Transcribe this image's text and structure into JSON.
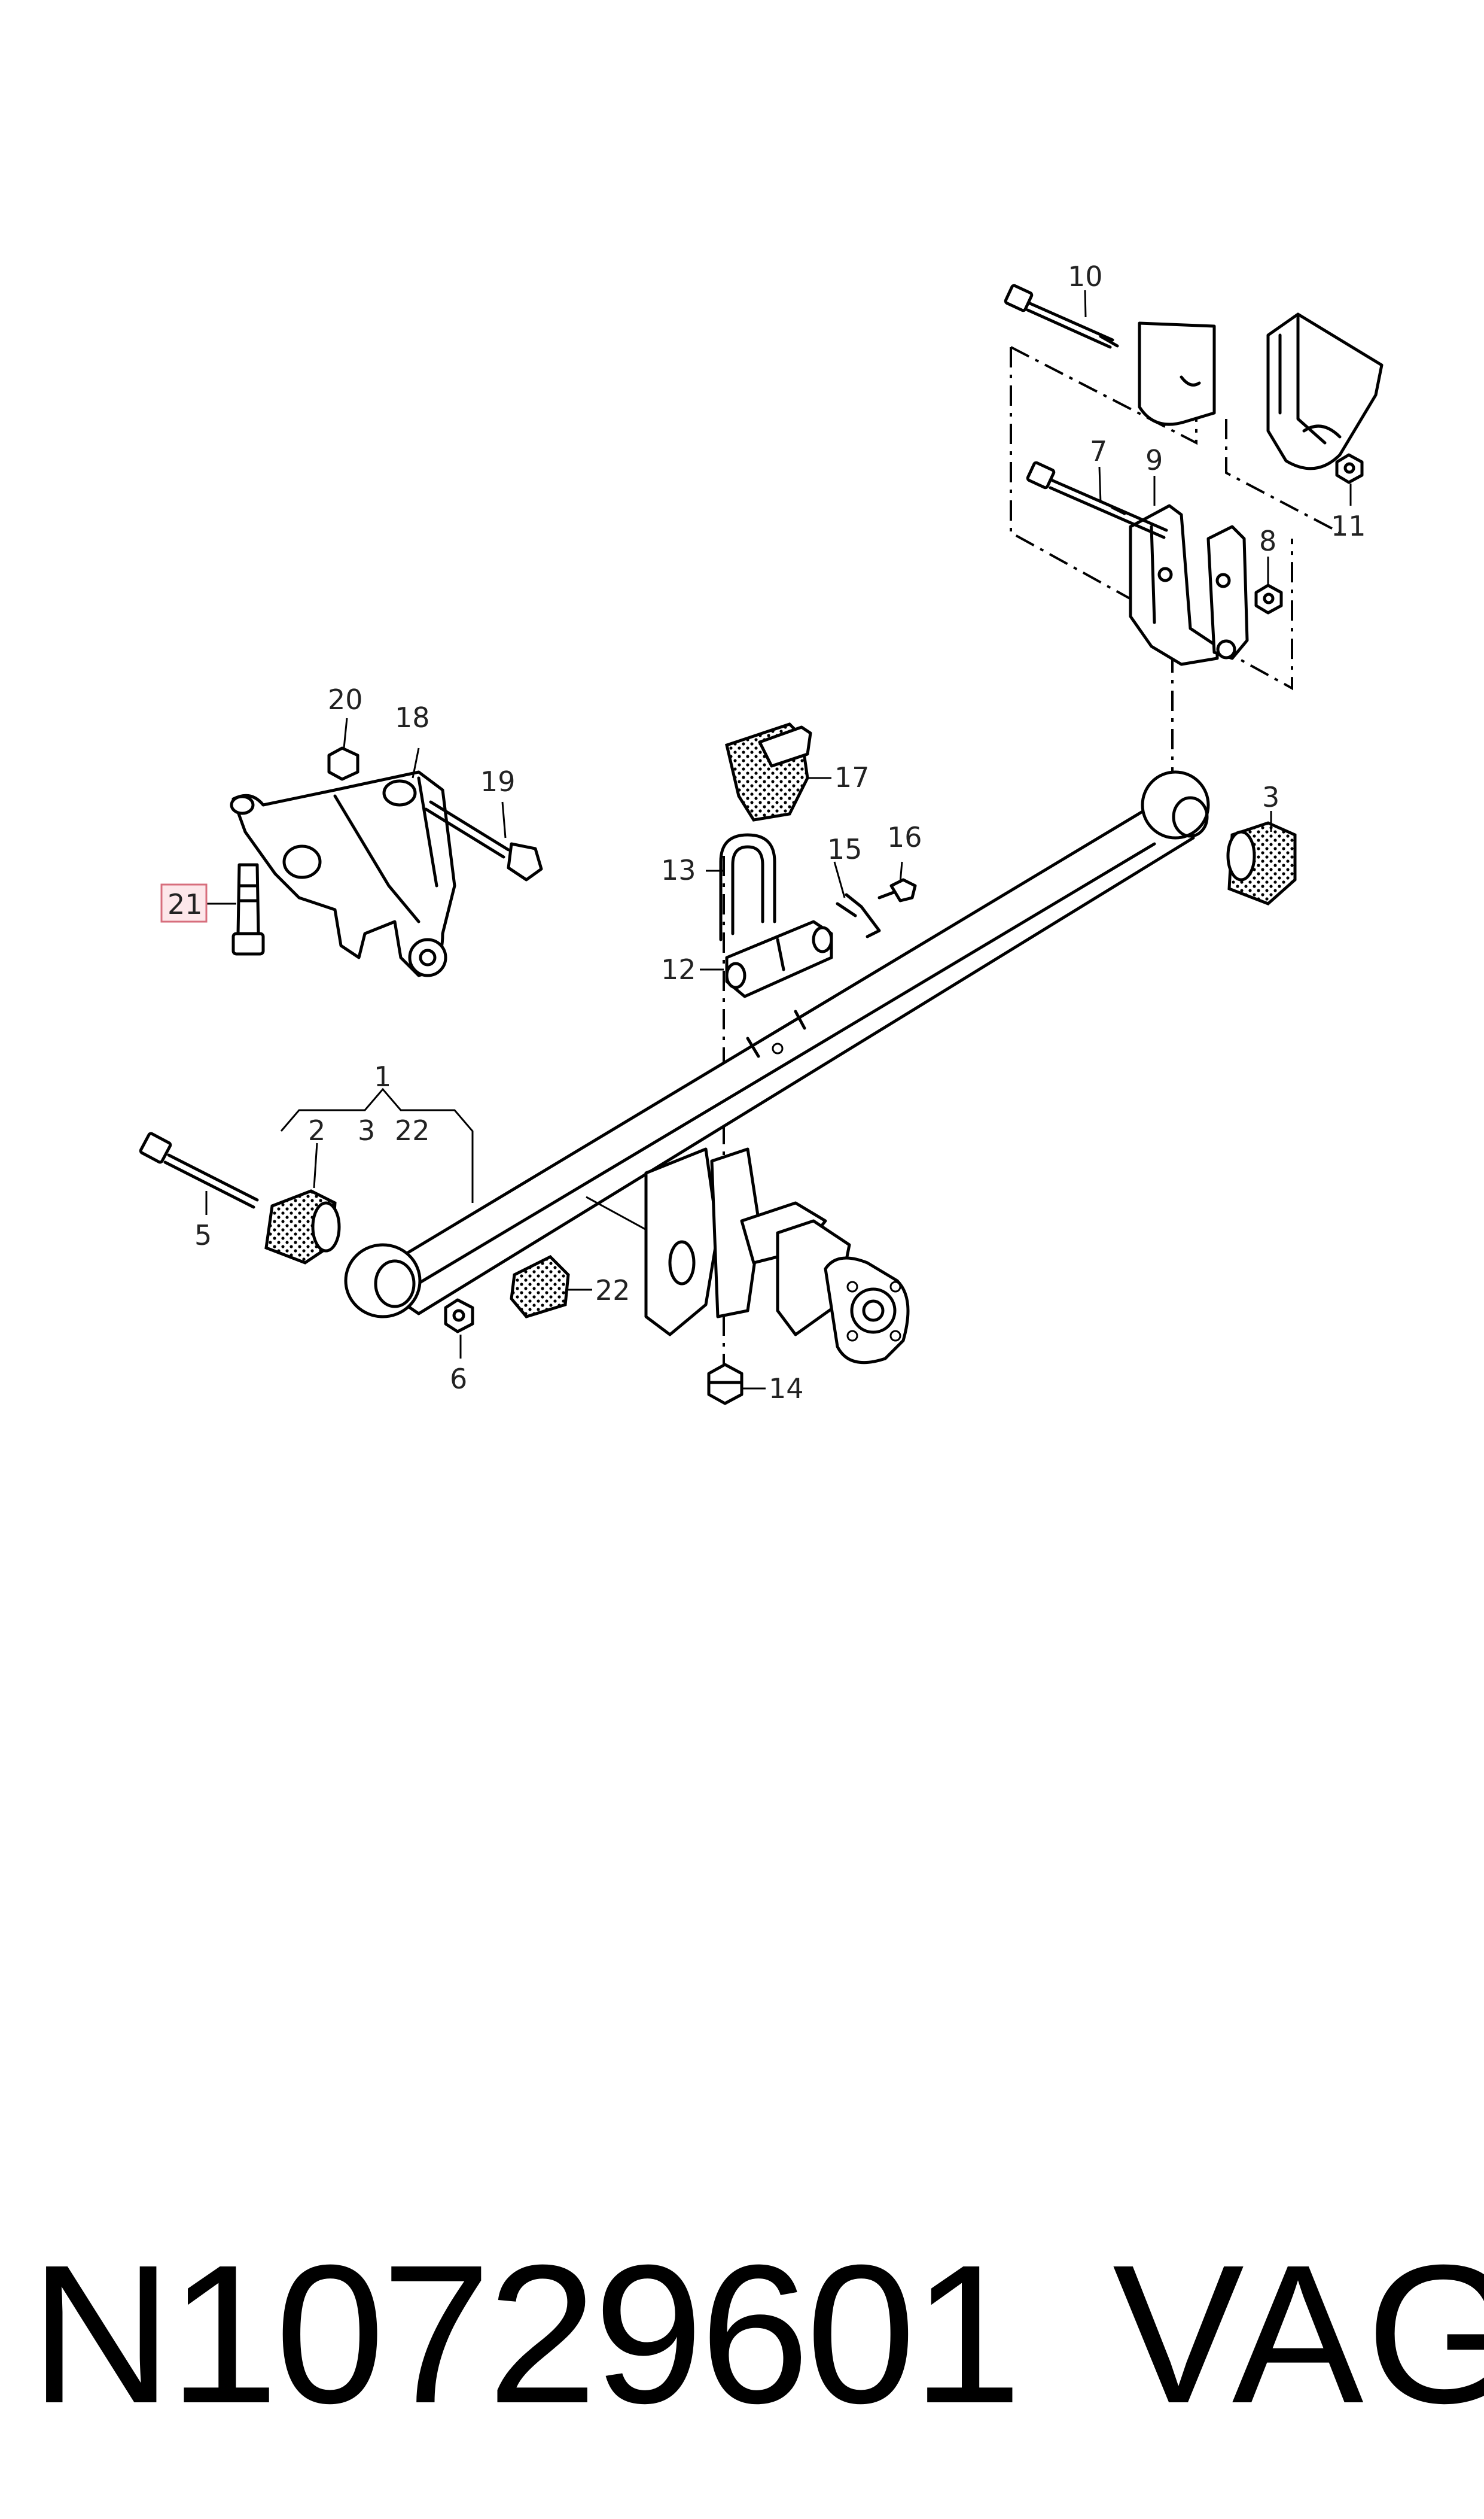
{
  "diagram": {
    "labels": {
      "l1": "1",
      "l2": "2",
      "l3a": "3",
      "l22a": "22",
      "l3": "3",
      "l5": "5",
      "l6": "6",
      "l7": "7",
      "l8": "8",
      "l9": "9",
      "l10": "10",
      "l11": "11",
      "l12": "12",
      "l13": "13",
      "l14": "14",
      "l15": "15",
      "l16": "16",
      "l17": "17",
      "l18": "18",
      "l19": "19",
      "l20": "20",
      "l21": "21",
      "l22": "22"
    },
    "highlighted_label": "21",
    "highlight_color": "#fde7ea"
  },
  "caption": {
    "part_number": "N10729601",
    "brand": "VAG"
  }
}
